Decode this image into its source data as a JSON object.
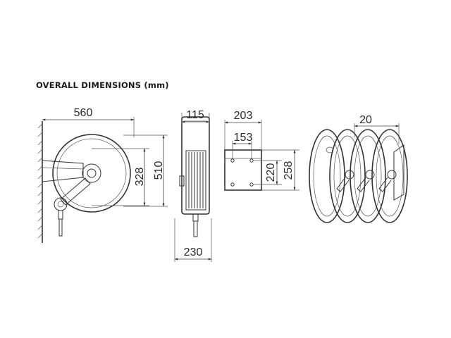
{
  "title": "OVERALL DIMENSIONS (mm)",
  "dimensions": {
    "side_width": "560",
    "side_height_inner": "328",
    "side_height_outer": "510",
    "front_top_width": "115",
    "front_bottom_width": "230",
    "bracket_width": "203",
    "bracket_hole_spacing_h": "153",
    "bracket_hole_spacing_v": "220",
    "bracket_height": "258",
    "multi_spacing": "20"
  }
}
